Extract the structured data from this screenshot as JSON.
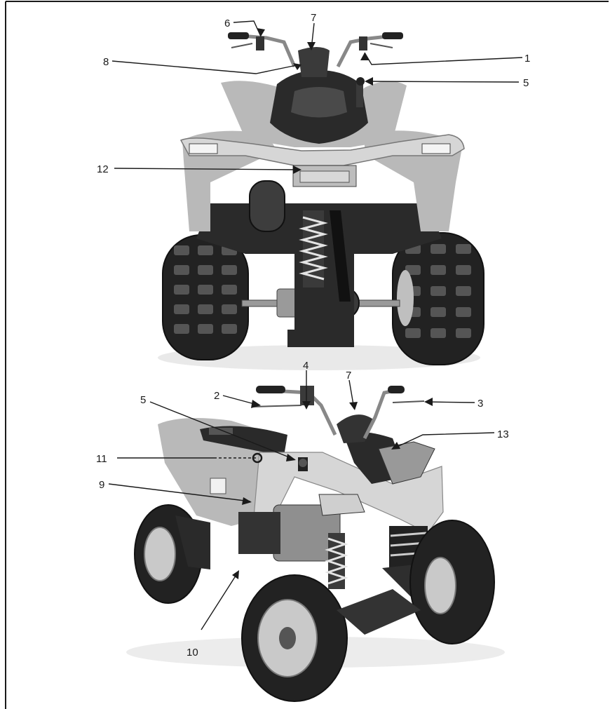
{
  "callouts": {
    "rear_view": [
      {
        "id": "c6",
        "label": "6"
      },
      {
        "id": "c7",
        "label": "7"
      },
      {
        "id": "c1",
        "label": "1"
      },
      {
        "id": "c8",
        "label": "8"
      },
      {
        "id": "c5",
        "label": "5"
      },
      {
        "id": "c12",
        "label": "12"
      }
    ],
    "front_view": [
      {
        "id": "c4",
        "label": "4"
      },
      {
        "id": "c7b",
        "label": "7"
      },
      {
        "id": "c2",
        "label": "2"
      },
      {
        "id": "c3",
        "label": "3"
      },
      {
        "id": "c5b",
        "label": "5"
      },
      {
        "id": "c13",
        "label": "13"
      },
      {
        "id": "c11",
        "label": "11"
      },
      {
        "id": "c9",
        "label": "9"
      },
      {
        "id": "c10",
        "label": "10"
      }
    ]
  },
  "colors": {
    "ink": "#1a1a1a",
    "background": "#ffffff"
  }
}
